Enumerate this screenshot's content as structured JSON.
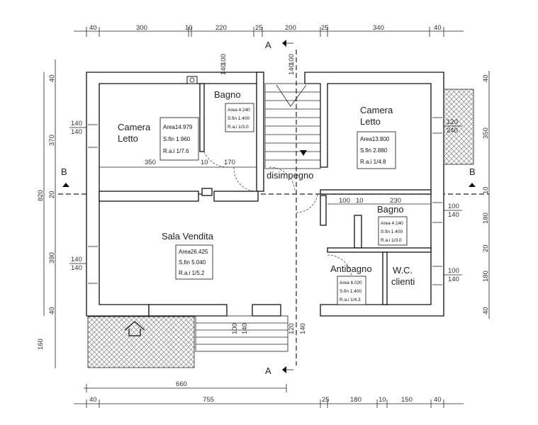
{
  "colors": {
    "line": "#111111",
    "hatch": "#555555",
    "background": "#ffffff"
  },
  "section_marks": {
    "a_top": "A",
    "a_bottom": "A",
    "b_left": "B",
    "b_right": "B"
  },
  "rooms": [
    {
      "name_line1": "Camera",
      "name_line2": "Letto",
      "area": "Area14.979",
      "sfin": "S.fin 1.960",
      "rai": "R.a.i 1/7.6"
    },
    {
      "name_line1": "Bagno",
      "name_line2": "",
      "area": "Area 4.240",
      "sfin": "S.fin 1.400",
      "rai": "R.a.i 1/3.0"
    },
    {
      "name_line1": "Camera",
      "name_line2": "Letto",
      "area": "Area13.800",
      "sfin": "S.fin 2.880",
      "rai": "R.a.i 1/4.8"
    },
    {
      "name_line1": "Bagno",
      "name_line2": "",
      "area": "Area 4.140",
      "sfin": "S.fin 1.400",
      "rai": "R.a.i 1/3.0"
    },
    {
      "name_line1": "Sala Vendita",
      "name_line2": "",
      "area": "Area26.425",
      "sfin": "S.fin 5.040",
      "rai": "R.a.i 1/5.2"
    },
    {
      "name_line1": "Antibagno",
      "name_line2": "",
      "area": "Area 6.020",
      "sfin": "S.fin 1.400",
      "rai": "R.a.i 1/4.3"
    },
    {
      "name_line1": "W.C.",
      "name_line2": "clienti",
      "area": "",
      "sfin": "",
      "rai": ""
    }
  ],
  "corridor_label": "disimpegno",
  "top_dims": [
    "40",
    "300",
    "10",
    "220",
    "25",
    "200",
    "25",
    "340",
    "40"
  ],
  "bottom_dims": [
    "40",
    "755",
    "25",
    "180",
    "10",
    "150",
    "40"
  ],
  "bottom_overall": "660",
  "left_dims": [
    "40",
    "370",
    "820",
    "20",
    "390",
    "40",
    "160"
  ],
  "right_dims": [
    "40",
    "350",
    "10",
    "180",
    "20",
    "180",
    "40"
  ],
  "interior_dims": {
    "w350": "350",
    "w10a": "10",
    "w170": "170",
    "w100": "100",
    "w10b": "10",
    "w230": "230",
    "left_win1_top": "140",
    "left_win1_bot": "140",
    "left_win2_top": "140",
    "left_win2_bot": "140",
    "top_win1_top": "100",
    "top_win1_bot": "140",
    "top_win2_top": "100",
    "top_win2_bot": "140",
    "right_win1_top": "120",
    "right_win1_bot": "240",
    "right_win2_top": "100",
    "right_win2_bot": "140",
    "right_win3_top": "100",
    "right_win3_bot": "140",
    "entry1_top": "100",
    "entry1_bot": "140",
    "entry2_top": "120",
    "entry2_bot": "140"
  }
}
